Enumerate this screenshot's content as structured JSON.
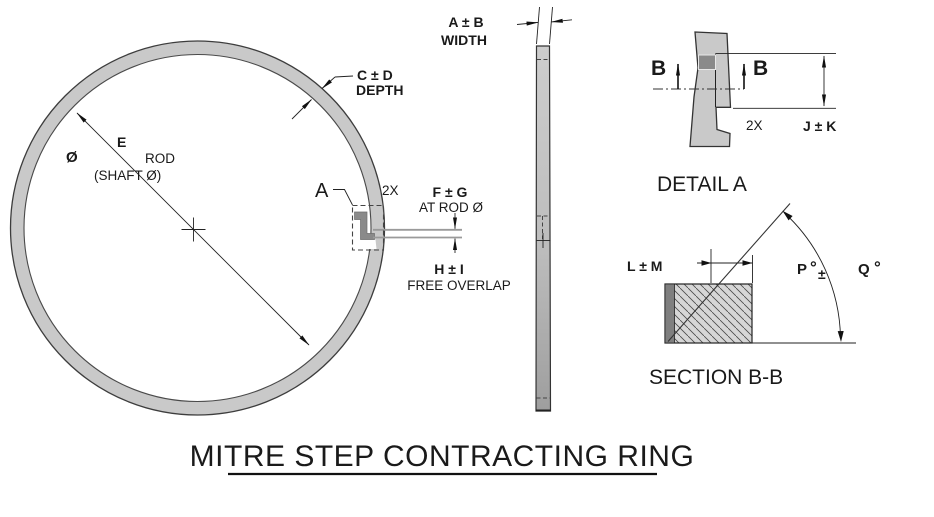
{
  "title": "MITRE STEP CONTRACTING RING",
  "front_view": {
    "diameter_symbol": "Ø",
    "diameter_letter": "E",
    "rod_label": "ROD",
    "shaft_label": "(SHAFT Ø)",
    "depth_dim": "C ± D",
    "depth_label": "DEPTH",
    "detail_callout": "A",
    "qty_label": "2X",
    "gap_dim": "F ± G",
    "gap_label": "AT ROD Ø",
    "overlap_dim": "H ± I",
    "overlap_label": "FREE OVERLAP"
  },
  "side_view": {
    "width_dim": "A ± B",
    "width_label": "WIDTH"
  },
  "detail_a": {
    "caption": "DETAIL A",
    "section_label_left": "B",
    "section_label_right": "B",
    "qty_label": "2X",
    "land_dim": "J ± K"
  },
  "section_bb": {
    "caption": "SECTION B-B",
    "length_dim": "L ± M",
    "angle_letter": "P",
    "angle_degree": "°",
    "angle_pm": "±",
    "tol_letter": "Q",
    "tol_degree": "°"
  },
  "colors": {
    "background": "#ffffff",
    "ring_fill": "#c9c9c9",
    "step_dark": "#8a8a8a",
    "hatch_fill": "#d6d6d6",
    "section_band_dark": "#7f7f7f",
    "gap_line_gray": "#9a9a9a",
    "line": "#1a1a1a"
  }
}
